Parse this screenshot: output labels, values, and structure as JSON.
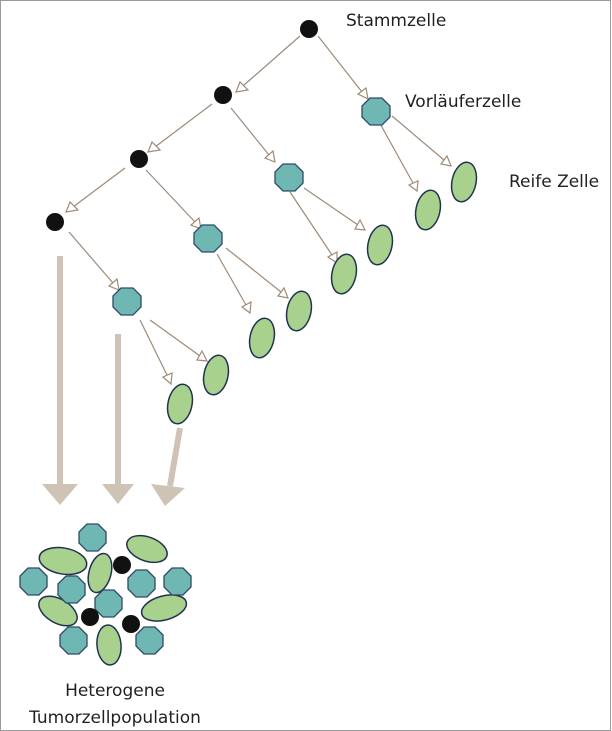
{
  "labels": {
    "stem_cell": "Stammzelle",
    "progenitor_cell": "Vorläuferzelle",
    "mature_cell": "Reife Zelle",
    "population_line1": "Heterogene",
    "population_line2": "Tumorzellpopulation"
  },
  "colors": {
    "stem_cell": "#111111",
    "progenitor_cell": "#6fb7b3",
    "mature_cell": "#a9d18e",
    "arrow": "#9e8a78",
    "thick_arrow": "#cfc3b6"
  }
}
